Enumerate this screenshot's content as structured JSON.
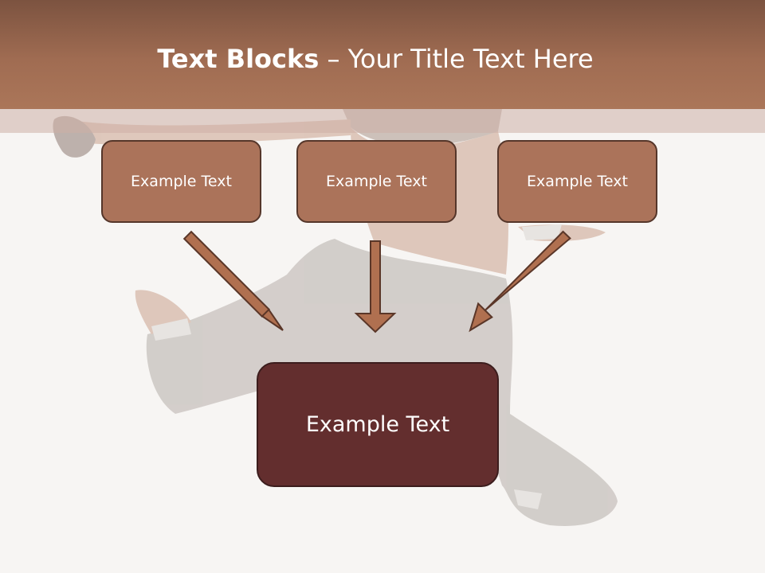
{
  "slide": {
    "title_bold": "Text Blocks",
    "title_dash": " – ",
    "title_rest": "Your Title Text Here"
  },
  "blocks": {
    "left": "Example Text",
    "center": "Example Text",
    "right": "Example Text",
    "main": "Example Text"
  },
  "colors": {
    "header": "#a06c52",
    "small_box_fill": "#ab735a",
    "small_box_border": "#55362a",
    "main_box_fill": "#632e2e",
    "arrow_fill": "#b07050",
    "arrow_stroke": "#5a3628"
  },
  "background_image": "dancer-silhouette"
}
